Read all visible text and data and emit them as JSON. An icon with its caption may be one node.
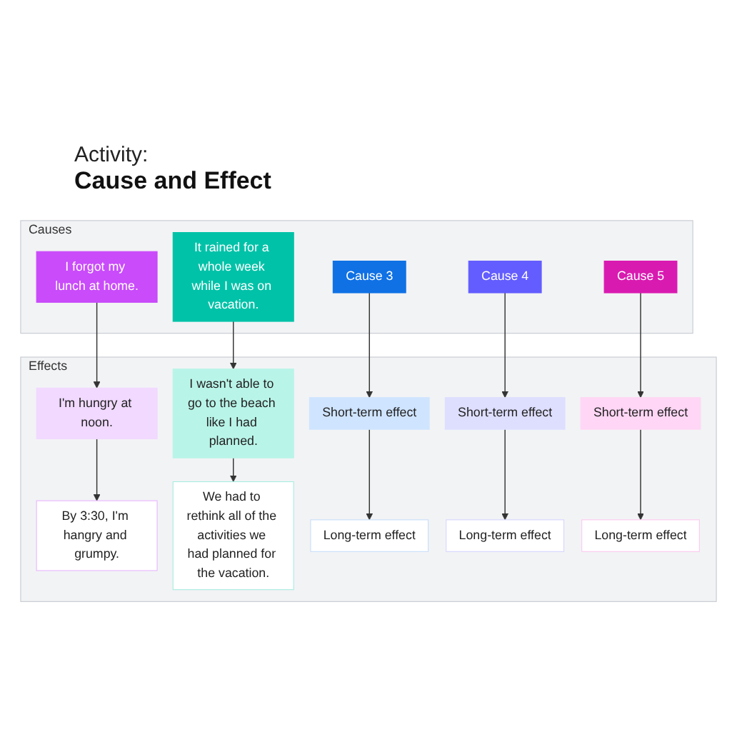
{
  "diagram": {
    "title": "Cause and Effect",
    "labels": [
      "Activity:"
    ],
    "nodes": [
      {
        "text": [
          "Causes"
        ]
      },
      {
        "text": [
          "I forgot my lunch at home."
        ],
        "in": 0
      },
      {
        "text": [
          "It rained for a whole week while I was on vacation."
        ],
        "in": 0
      },
      {
        "text": [
          "Cause 3"
        ],
        "in": 0
      },
      {
        "text": [
          "Cause 4"
        ],
        "in": 0
      },
      {
        "text": [
          "Cause 5"
        ],
        "in": 0
      },
      {
        "text": [
          "Effects"
        ]
      },
      {
        "text": [
          "I'm hungry at noon."
        ],
        "in": 6
      },
      {
        "text": [
          "I wasn't able to go to the beach like I had planned."
        ],
        "in": 6
      },
      {
        "text": [
          "Short-term effect"
        ],
        "in": 6
      },
      {
        "text": [
          "Short-term effect"
        ],
        "in": 6
      },
      {
        "text": [
          "Short-term effect"
        ],
        "in": 6
      },
      {
        "text": [
          "By 3:30, I'm hangry and grumpy."
        ],
        "in": 6
      },
      {
        "text": [
          "We had to rethink all of the activities we had planned for the vacation."
        ],
        "in": 6
      },
      {
        "text": [
          "Long-term effect"
        ],
        "in": 6
      },
      {
        "text": [
          "Long-term effect"
        ],
        "in": 6
      },
      {
        "text": [
          "Long-term effect"
        ],
        "in": 6
      }
    ],
    "edges": [
      {
        "from": 1,
        "to": 7,
        "arrow": "to"
      },
      {
        "from": 2,
        "to": 8,
        "arrow": "to"
      },
      {
        "from": 3,
        "to": 9,
        "arrow": "to"
      },
      {
        "from": 4,
        "to": 10,
        "arrow": "to"
      },
      {
        "from": 5,
        "to": 11,
        "arrow": "to"
      },
      {
        "from": 7,
        "to": 12,
        "arrow": "to"
      },
      {
        "from": 8,
        "to": 13,
        "arrow": "to"
      },
      {
        "from": 9,
        "to": 14,
        "arrow": "to"
      },
      {
        "from": 10,
        "to": 15,
        "arrow": "to"
      },
      {
        "from": 11,
        "to": 16,
        "arrow": "to"
      }
    ]
  }
}
